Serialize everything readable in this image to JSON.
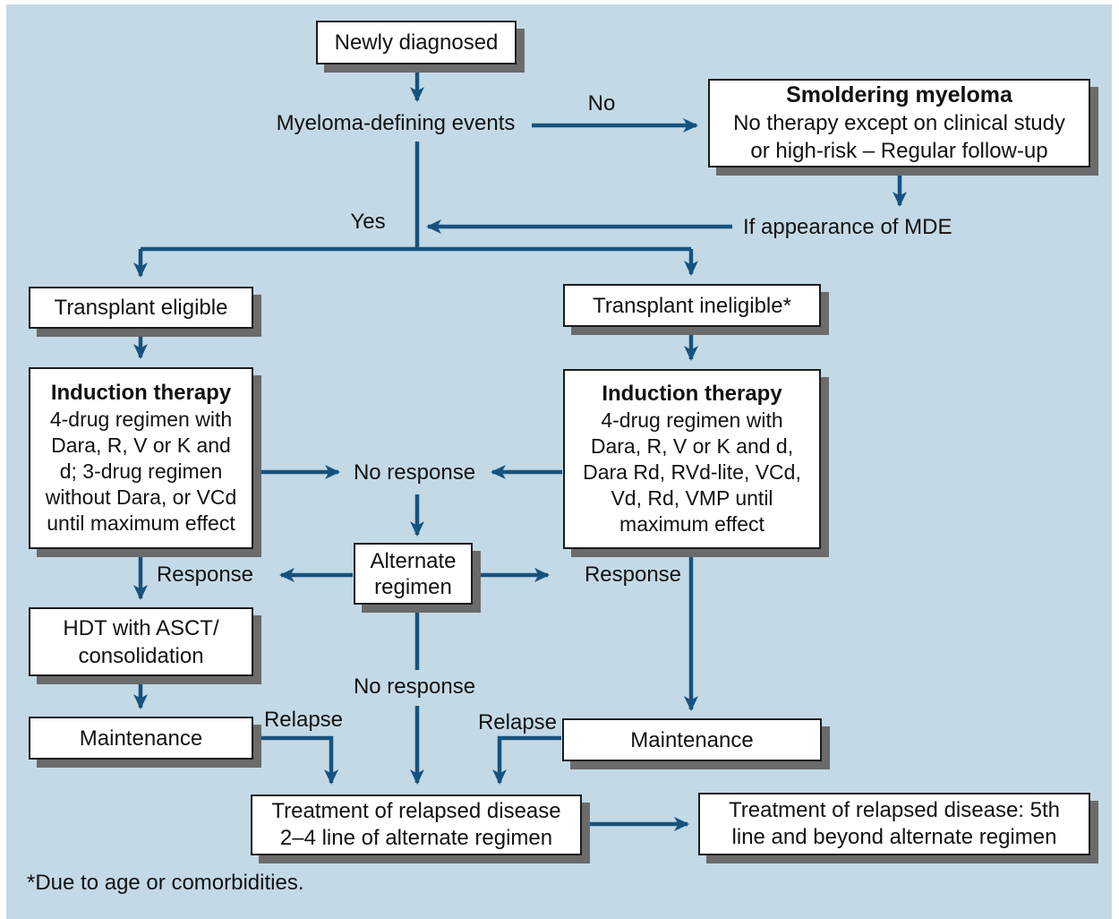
{
  "colors": {
    "background": "#c3d9e6",
    "line": "#17527e",
    "box_border": "#1c1c1c",
    "box_shadow": "#6b6b6b",
    "text": "#121212"
  },
  "nodes": {
    "newly_diagnosed": {
      "label": "Newly diagnosed"
    },
    "smoldering": {
      "title": "Smoldering myeloma",
      "body": "No therapy except on clinical study\nor high-risk – Regular follow-up"
    },
    "transplant_eligible": {
      "label": "Transplant eligible"
    },
    "transplant_ineligible": {
      "label": "Transplant ineligible*"
    },
    "induction_left": {
      "title": "Induction therapy",
      "body": "4-drug regimen with\nDara, R, V or K and\nd; 3-drug regimen\nwithout Dara, or VCd\nuntil maximum effect"
    },
    "induction_right": {
      "title": "Induction therapy",
      "body": "4-drug regimen with\nDara, R, V or K and d,\nDara Rd, RVd-lite, VCd,\nVd, Rd, VMP until\nmaximum effect"
    },
    "alternate_regimen": {
      "label": "Alternate\nregimen"
    },
    "hdt": {
      "label": "HDT with ASCT/\nconsolidation"
    },
    "maintenance_left": {
      "label": "Maintenance"
    },
    "maintenance_right": {
      "label": "Maintenance"
    },
    "treatment_2_4": {
      "label": "Treatment of relapsed disease\n2–4 line of alternate regimen"
    },
    "treatment_5th": {
      "label": "Treatment of relapsed disease: 5th\nline and beyond alternate regimen"
    }
  },
  "labels": {
    "myeloma_defining_events": "Myeloma-defining events",
    "no": "No",
    "yes": "Yes",
    "if_mde": "If appearance of MDE",
    "no_response_top": "No response",
    "response_left": "Response",
    "response_right": "Response",
    "no_response_bottom": "No response",
    "relapse_left": "Relapse",
    "relapse_right": "Relapse"
  },
  "footnote": "*Due to age or comorbidities."
}
